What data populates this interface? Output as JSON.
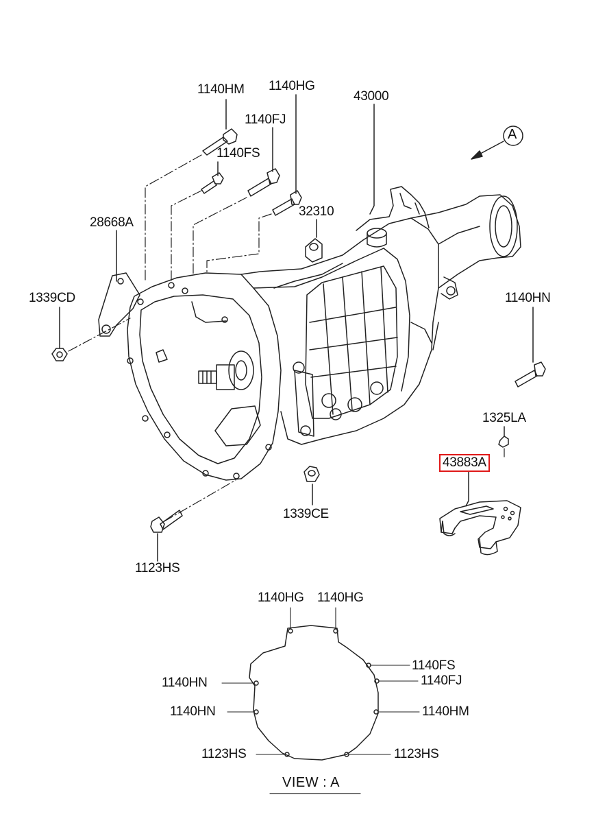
{
  "callouts": {
    "p1140HM_top": "1140HM",
    "p1140HG_top": "1140HG",
    "p43000": "43000",
    "p1140FJ_top": "1140FJ",
    "p1140FS_top": "1140FS",
    "p32310": "32310",
    "p28668A": "28668A",
    "p1339CD": "1339CD",
    "p1140HN_right": "1140HN",
    "p1325LA": "1325LA",
    "p43883A": "43883A",
    "p1339CE": "1339CE",
    "p1123HS_bottom": "1123HS",
    "view_marker": "A"
  },
  "view_a": {
    "title": "VIEW :  A",
    "top_left": "1140HG",
    "top_right": "1140HG",
    "r1": "1140FS",
    "r2": "1140FJ",
    "r3": "1140HM",
    "l1": "1140HN",
    "l2": "1140HN",
    "bottom_left": "1123HS",
    "bottom_right": "1123HS"
  },
  "colors": {
    "line": "#222222",
    "highlight": "#e01818"
  }
}
